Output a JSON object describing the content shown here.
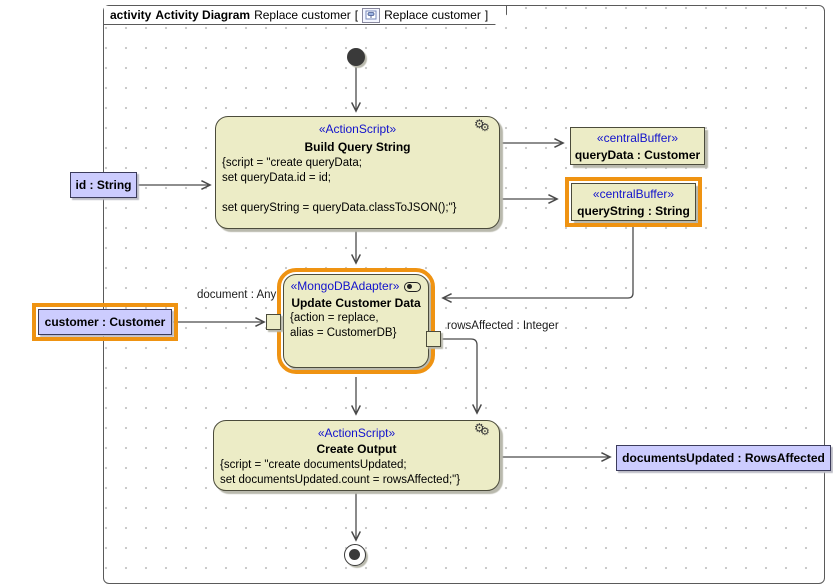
{
  "header": {
    "kind_label": "activity",
    "type_label": "Activity Diagram",
    "diagram_name": "Replace customer",
    "bracket_open": "[",
    "ref_name": "Replace customer",
    "bracket_close": "]"
  },
  "nodes": {
    "build_query": {
      "stereotype": "«ActionScript»",
      "title": "Build Query String",
      "body": [
        "{script = \"create queryData;",
        "set queryData.id = id;",
        "",
        "set queryString = queryData.classToJSON();\"}"
      ]
    },
    "query_data_buffer": {
      "stereotype": "«centralBuffer»",
      "label": "queryData : Customer"
    },
    "query_string_buffer": {
      "stereotype": "«centralBuffer»",
      "label": "queryString : String",
      "highlighted": true
    },
    "update_customer": {
      "stereotype": "«MongoDBAdapter»",
      "title": "Update Customer Data",
      "body": [
        "{action = replace,",
        "alias = CustomerDB}"
      ],
      "highlighted": true
    },
    "create_output": {
      "stereotype": "«ActionScript»",
      "title": "Create Output",
      "body": [
        "{script = \"create documentsUpdated;",
        "set documentsUpdated.count = rowsAffected;\"}"
      ]
    },
    "id_object": {
      "label": "id : String"
    },
    "customer_object": {
      "label": "customer : Customer",
      "highlighted": true
    },
    "documents_updated_object": {
      "label": "documentsUpdated : RowsAffected"
    }
  },
  "edge_labels": {
    "document_pin": "document : Any",
    "rows_affected_pin": "rowsAffected : Integer"
  },
  "colors": {
    "node_fill": "#ececc6",
    "node_border": "#4b4b3b",
    "highlight_orange": "#ef9312",
    "object_fill": "#ccccfe",
    "stereotype_blue": "#1212cd",
    "edge": "#4a4a4a",
    "shadow": "#b9b9ad"
  }
}
